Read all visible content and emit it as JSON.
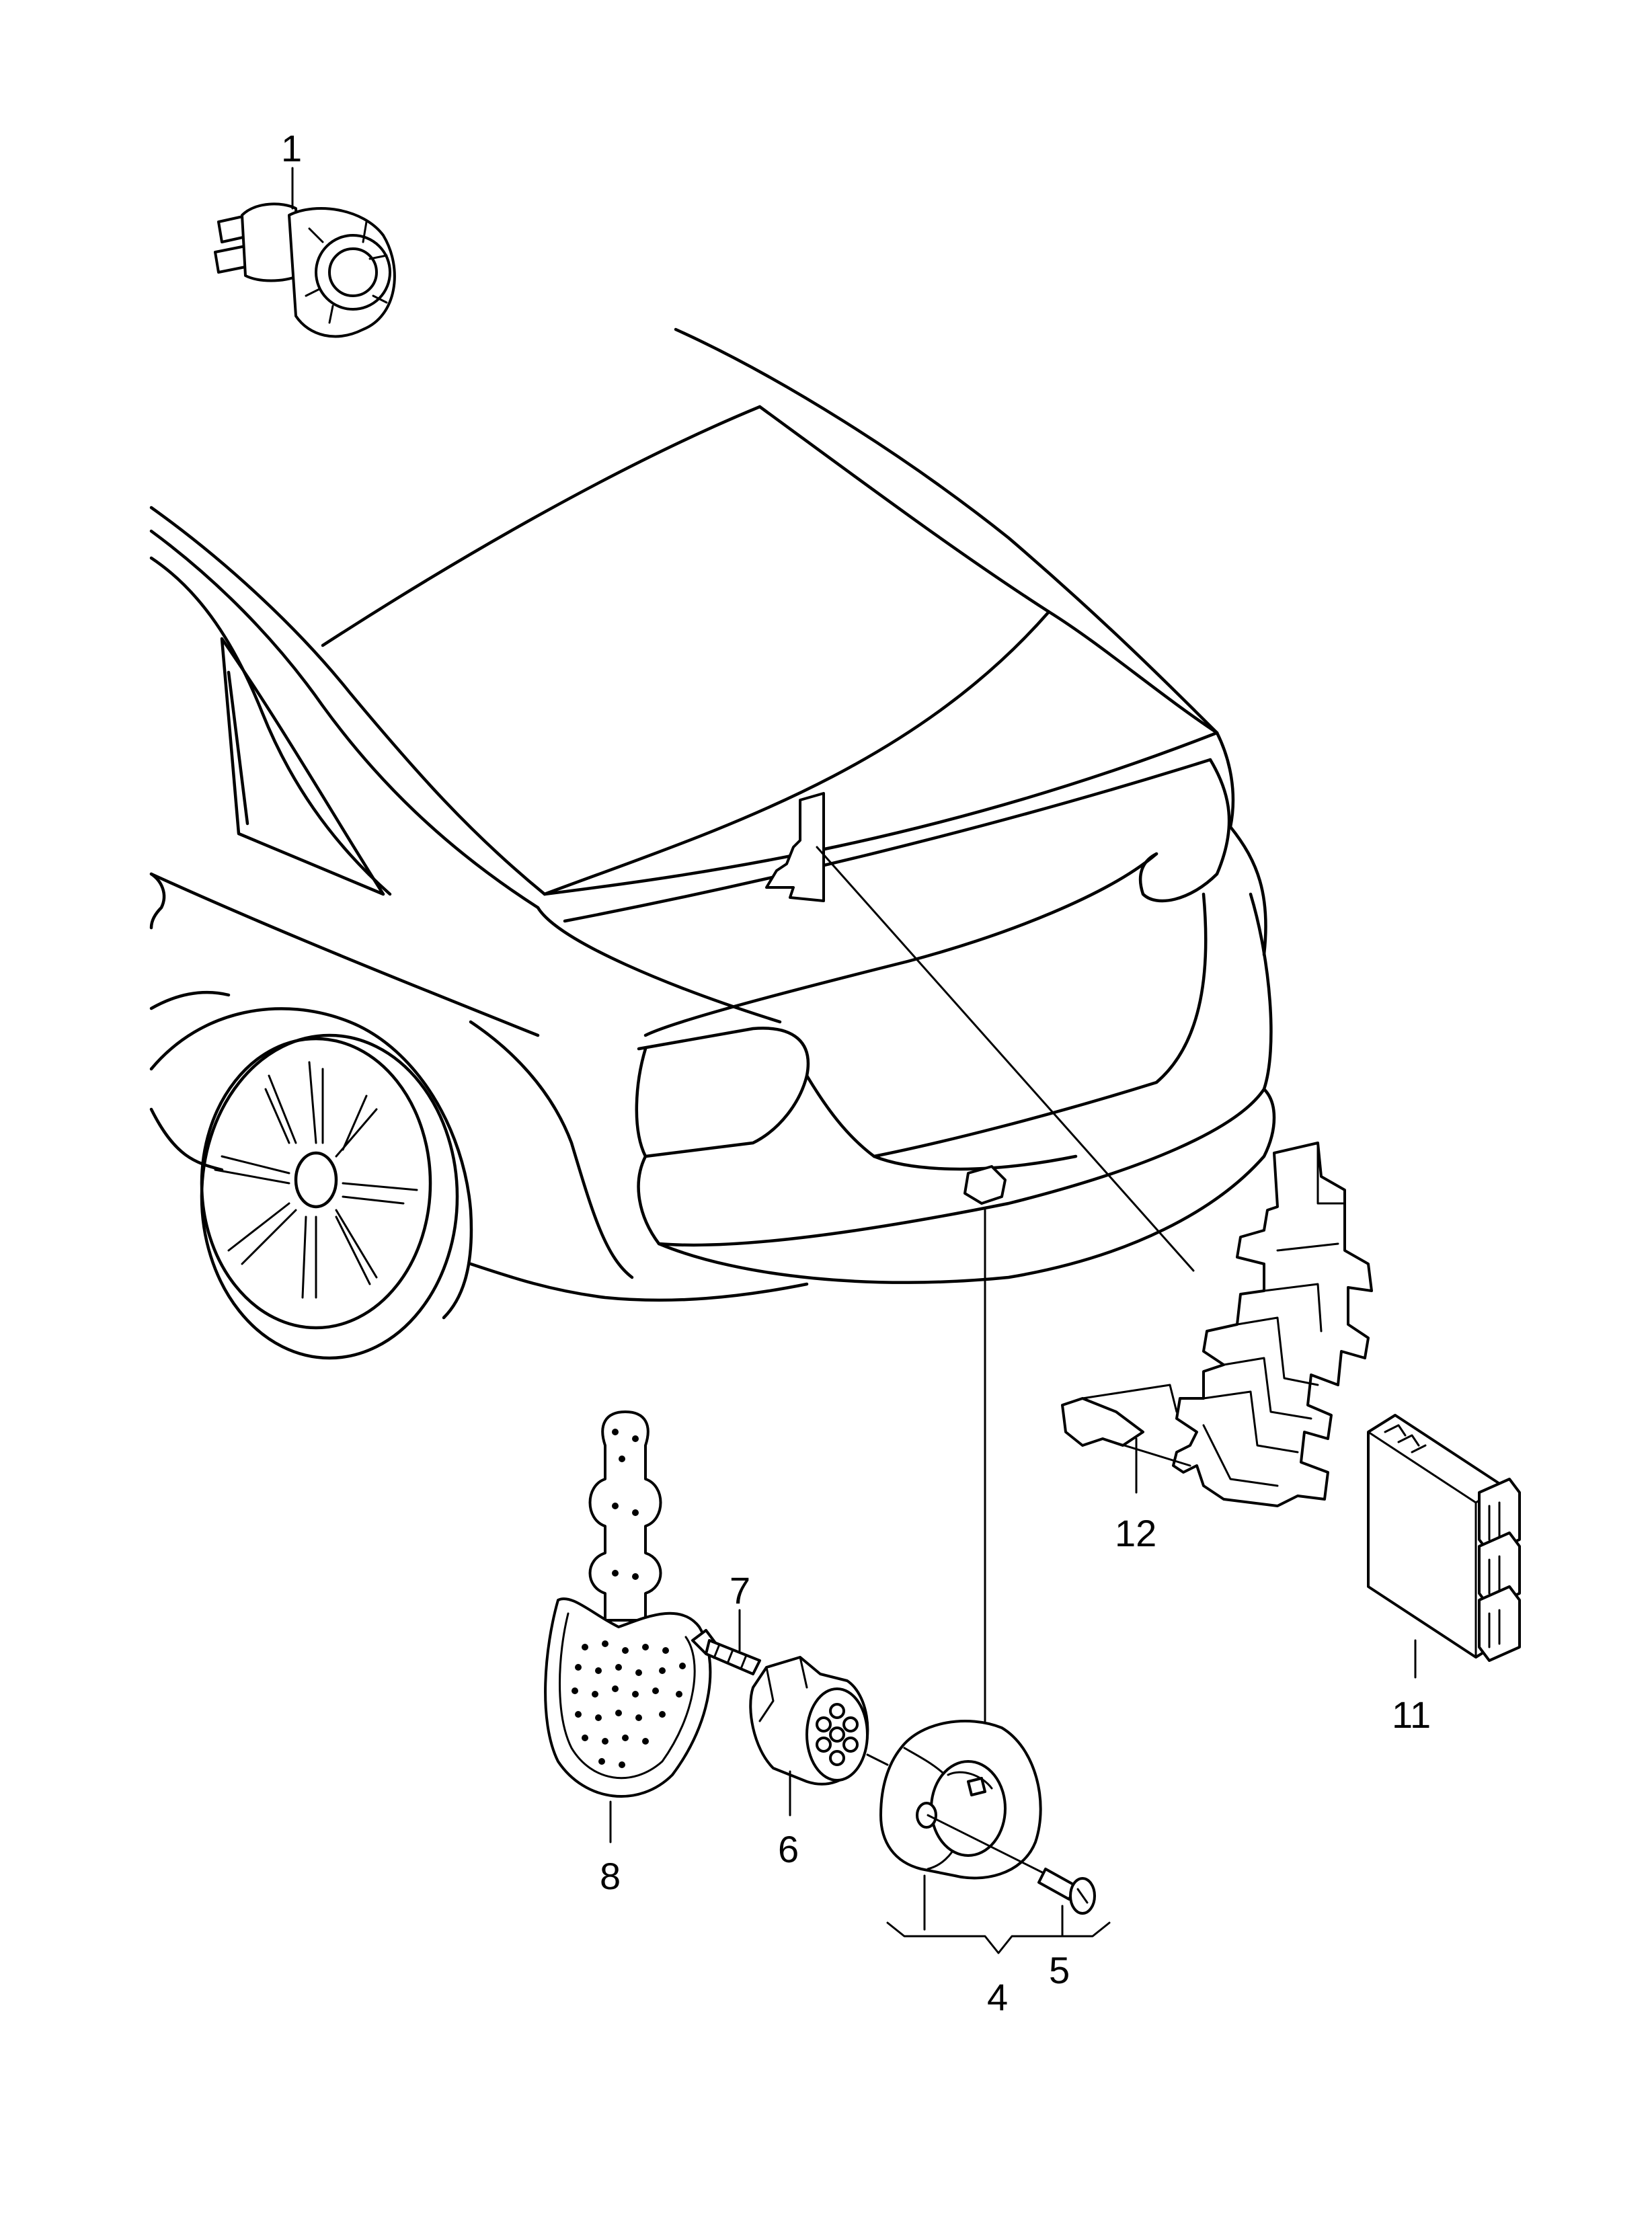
{
  "callouts": [
    {
      "id": "1",
      "text": "1"
    },
    {
      "id": "4",
      "text": "4"
    },
    {
      "id": "5",
      "text": "5"
    },
    {
      "id": "6",
      "text": "6"
    },
    {
      "id": "7",
      "text": "7"
    },
    {
      "id": "8",
      "text": "8"
    },
    {
      "id": "11",
      "text": "11"
    },
    {
      "id": "12",
      "text": "12"
    }
  ],
  "parts": {
    "part_1": "tow-hitch-switch",
    "part_4": "trailer-socket-housing",
    "part_5": "screw",
    "part_6": "socket-insert",
    "part_7": "bolt",
    "part_8": "seal-plate",
    "part_11": "trailer-control-unit",
    "part_12": "mounting-bracket"
  },
  "icons": [
    "vehicle-rear-outline-icon",
    "location-marker-icon"
  ]
}
